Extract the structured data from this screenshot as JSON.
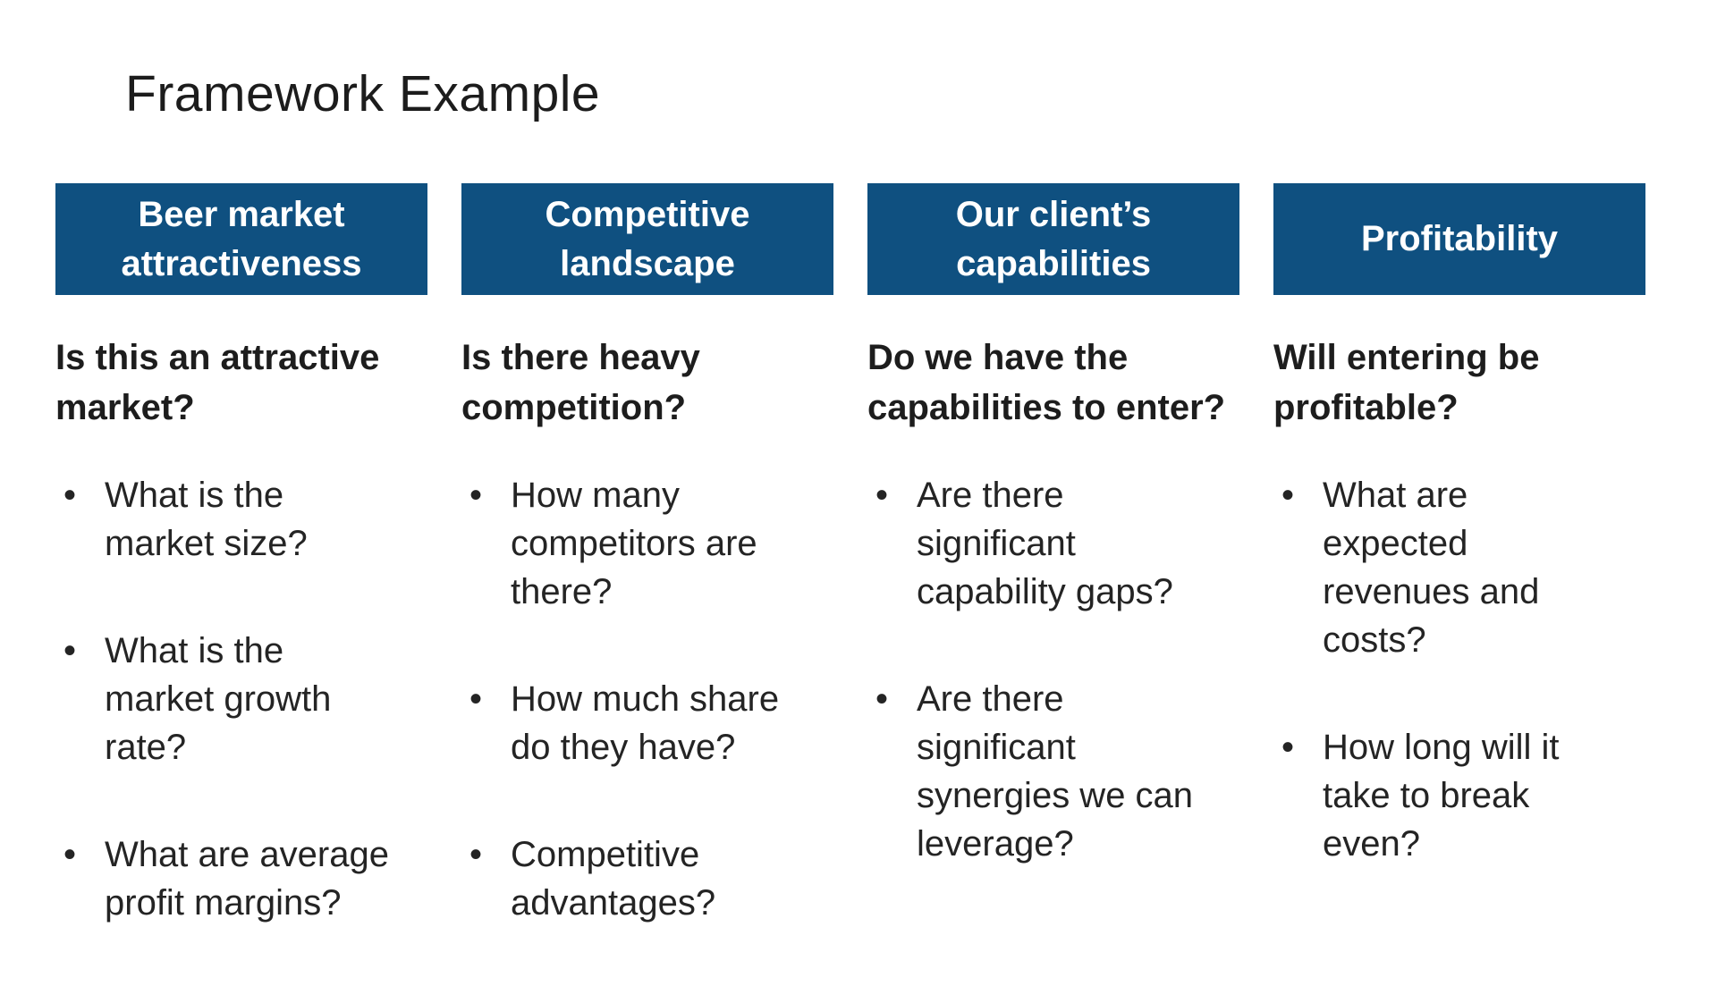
{
  "slide": {
    "title": "Framework Example"
  },
  "colors": {
    "header_bg": "#0f5080",
    "header_text": "#ffffff"
  },
  "list": {
    "bullet_glyph": "•"
  },
  "columns": [
    {
      "header": "Beer market attractiveness",
      "question": "Is this an attractive market?",
      "bullets": [
        "What is the market size?",
        "What is the market growth rate?",
        "What are average profit margins?"
      ]
    },
    {
      "header": "Competitive landscape",
      "question": "Is there heavy competition?",
      "bullets": [
        "How many competitors are there?",
        "How much share do they have?",
        "Competitive advantages?"
      ]
    },
    {
      "header": "Our client’s capabilities",
      "question": "Do we have the capabilities to enter?",
      "bullets": [
        "Are there significant capability gaps?",
        "Are there significant synergies we can leverage?"
      ]
    },
    {
      "header": "Profitability",
      "question": "Will entering be profitable?",
      "bullets": [
        "What are expected revenues and costs?",
        "How long will it take to break even?"
      ]
    }
  ]
}
